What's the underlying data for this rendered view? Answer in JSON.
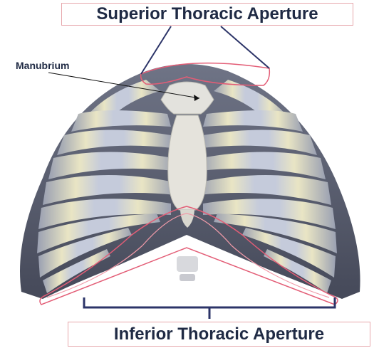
{
  "labels": {
    "superior": "Superior Thoracic Aperture",
    "manubrium": "Manubrium",
    "inferior": "Inferior Thoracic Aperture"
  },
  "colors": {
    "label_text": "#1f2a44",
    "label_border": "#e7a7ac",
    "outline": "#e35d76",
    "bracket": "#2c3468",
    "bone": "#e8e6c8",
    "cartilage": "#b9c2d6"
  }
}
